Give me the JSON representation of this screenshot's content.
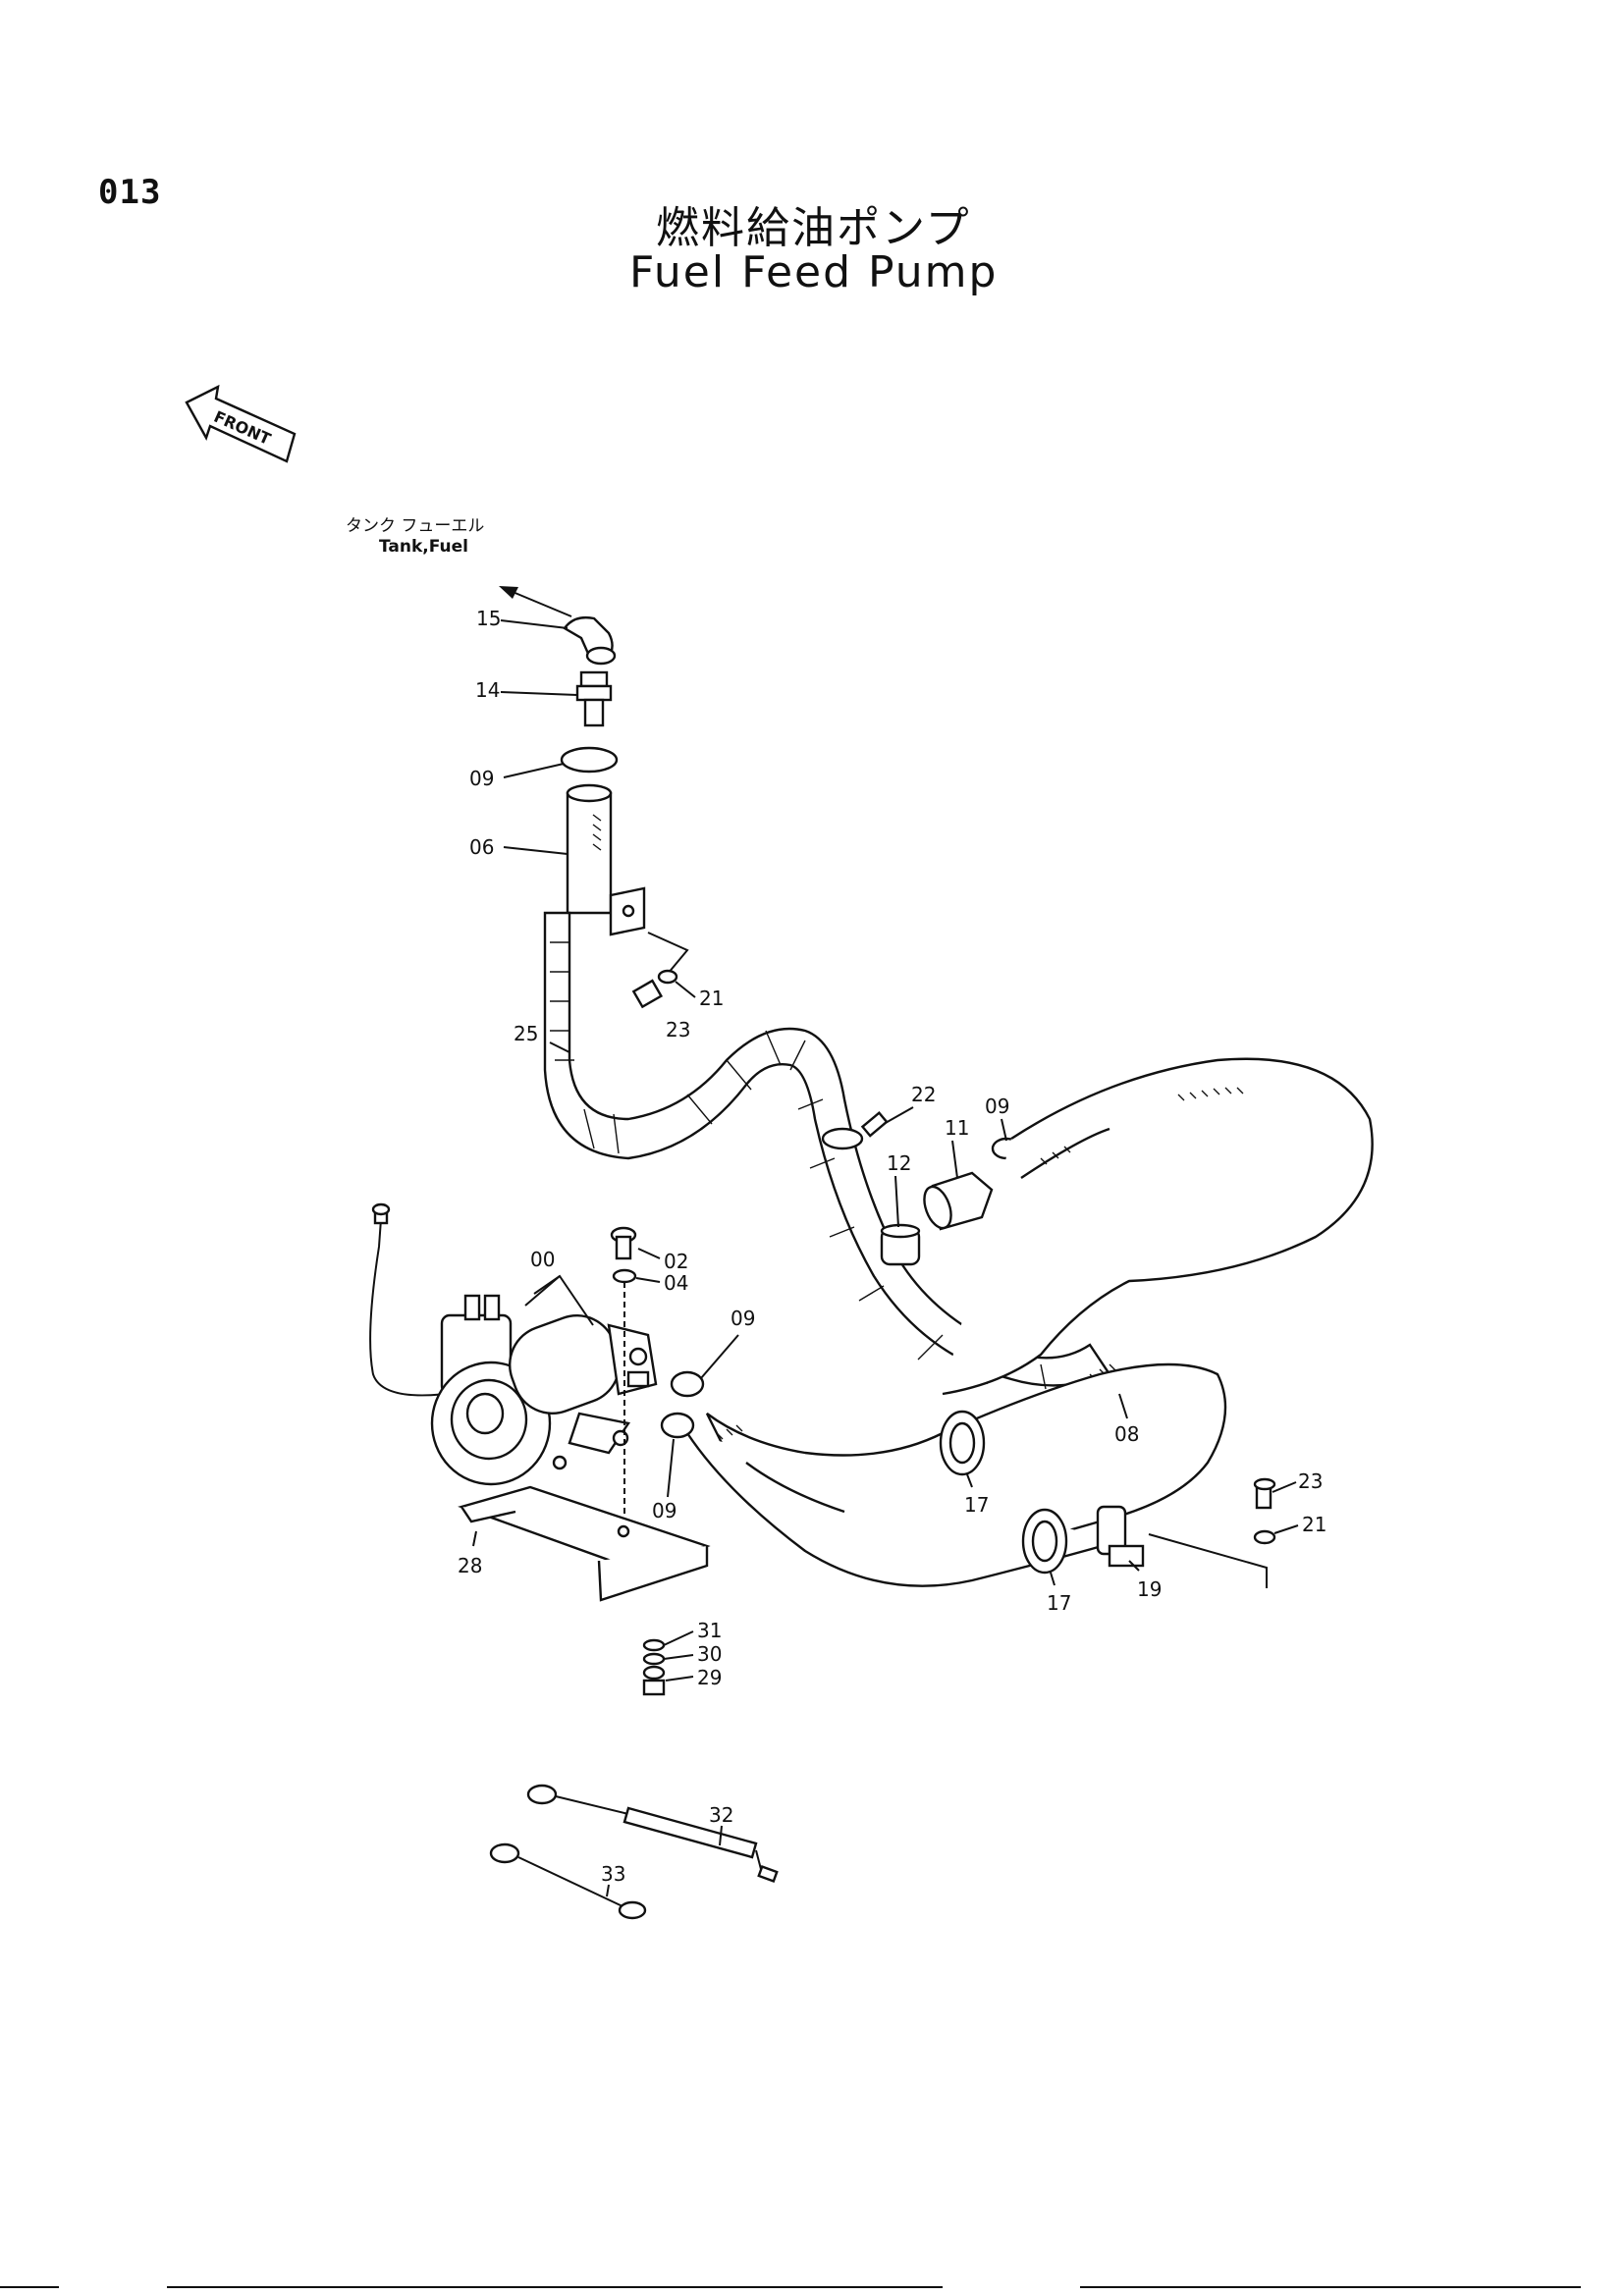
{
  "page_number": "013",
  "title_jp": "燃料給油ポンプ",
  "title_en": "Fuel Feed Pump",
  "front_label": "FRONT",
  "tank_label_jp": "タンク フューエル",
  "tank_label_en": "Tank,Fuel",
  "callouts": {
    "c15": "15",
    "c14": "14",
    "c09a": "09",
    "c06": "06",
    "c21a": "21",
    "c23a": "23",
    "c25": "25",
    "c22": "22",
    "c11": "11",
    "c09b": "09",
    "c12": "12",
    "c00": "00",
    "c02": "02",
    "c04": "04",
    "c09c": "09",
    "c09d": "09",
    "c08": "08",
    "c17a": "17",
    "c17b": "17",
    "c19": "19",
    "c23b": "23",
    "c21b": "21",
    "c28": "28",
    "c31": "31",
    "c30": "30",
    "c29": "29",
    "c32": "32",
    "c33": "33"
  }
}
